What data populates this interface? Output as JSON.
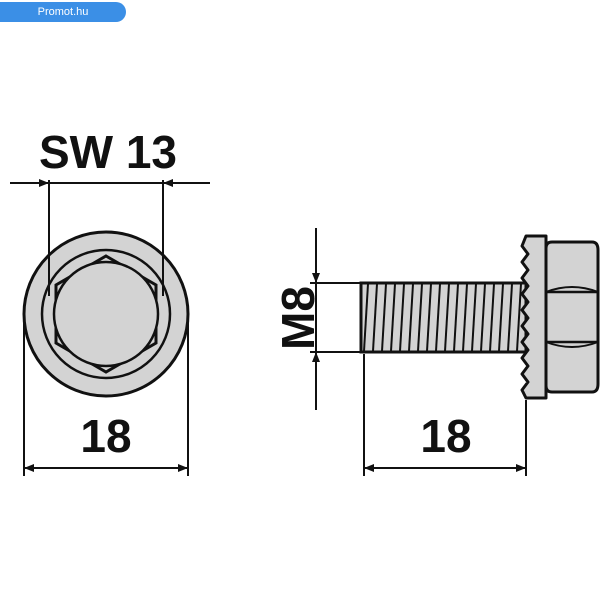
{
  "watermark": {
    "text": "Promot.hu",
    "color": "#3b8fe6"
  },
  "labels": {
    "wrench_size": "SW 13",
    "flange_diameter": "18",
    "thread": "M8",
    "length": "18"
  },
  "colors": {
    "part_fill": "#d3d3d3",
    "outline": "#111111"
  }
}
